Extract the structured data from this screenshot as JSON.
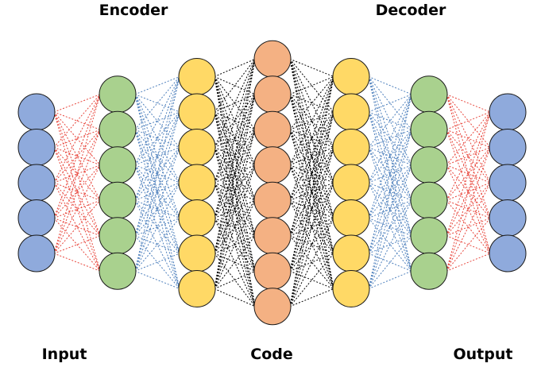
{
  "labels": {
    "encoder": "Encoder",
    "decoder": "Decoder",
    "input": "Input",
    "code": "Code",
    "output": "Output"
  },
  "layers": [
    {
      "name": "input",
      "nodes": 5,
      "color": "#8FAADC"
    },
    {
      "name": "encoder-hidden-1",
      "nodes": 6,
      "color": "#A9D18E"
    },
    {
      "name": "encoder-hidden-2",
      "nodes": 7,
      "color": "#FFD966"
    },
    {
      "name": "code",
      "nodes": 8,
      "color": "#F4B183"
    },
    {
      "name": "decoder-hidden-1",
      "nodes": 7,
      "color": "#FFD966"
    },
    {
      "name": "decoder-hidden-2",
      "nodes": 6,
      "color": "#A9D18E"
    },
    {
      "name": "output",
      "nodes": 5,
      "color": "#8FAADC"
    }
  ],
  "connection_colors": [
    "#E8463C",
    "#4F81BD",
    "#000000",
    "#000000",
    "#4F81BD",
    "#E8463C"
  ]
}
